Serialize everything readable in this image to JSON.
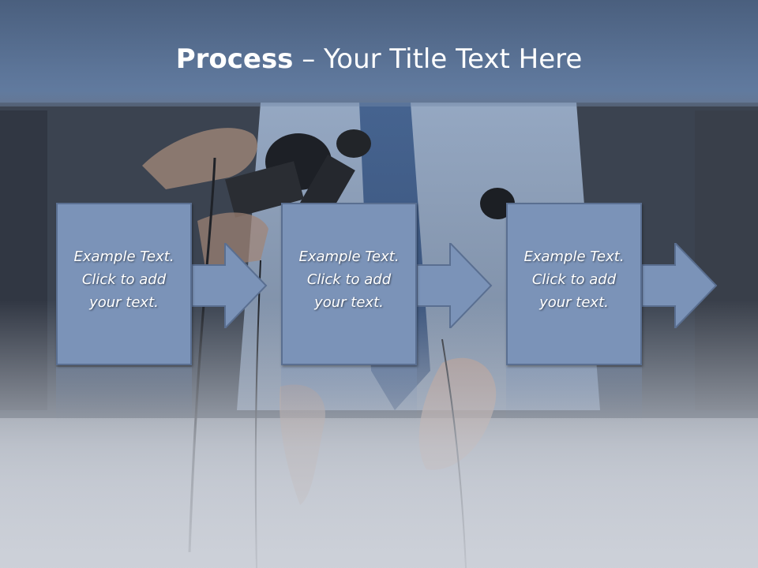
{
  "slide": {
    "title_bold": "Process",
    "title_rest": " – Your Title Text Here"
  },
  "steps": [
    {
      "text": "Example Text.\nClick  to add\nyour text."
    },
    {
      "text": "Example Text.\nClick  to add\nyour text."
    },
    {
      "text": "Example Text.\nClick  to add\nyour text."
    }
  ],
  "colors": {
    "box_fill": "#7b93b8",
    "box_border": "#5a6f91",
    "title_band": "#61789e",
    "text": "#ffffff"
  },
  "icons": {
    "arrow": "right-arrow-icon"
  }
}
